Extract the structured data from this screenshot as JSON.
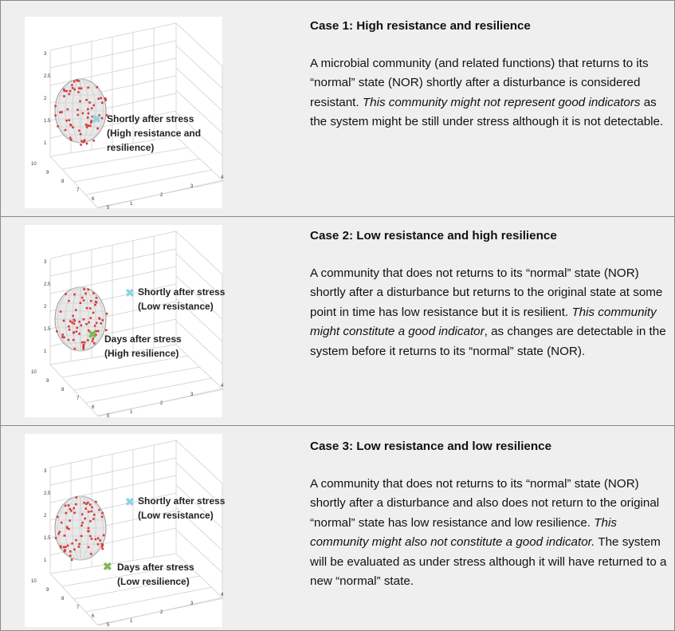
{
  "cases": [
    {
      "title": "Case 1: High resistance and resilience",
      "body_parts": [
        "A microbial community (and related functions) that returns to its “normal” state (NOR) shortly after a disturbance is considered resistant. ",
        "This community might not represent good indicators",
        " as the system might be still under stress although it is not detectable."
      ],
      "labels": [
        "Shortly after stress",
        "(High resistance and",
        "resilience)"
      ]
    },
    {
      "title": "Case 2: Low resistance and high resilience",
      "body_parts": [
        "A community that does not returns to its “normal” state (NOR) shortly after a disturbance but returns to the original state at some point in time has low resistance but it is resilient. ",
        "This community might constitute a good indicator",
        ", as changes are detectable in the system before it returns to its “normal” state (NOR)."
      ],
      "labels": [
        "Shortly after stress",
        "(Low resistance)",
        "Days after stress",
        "(High resilience)"
      ]
    },
    {
      "title": "Case 3: Low resistance and low resilience",
      "body_parts": [
        "A community that does not returns to its “normal” state (NOR) shortly after a disturbance and also does not return to the original “normal” state has low resistance and low resilience. ",
        "This community might also not constitute a good indicator.",
        " The system will be evaluated as under stress although it will have returned to a new “normal” state."
      ],
      "labels": [
        "Shortly after stress",
        "(Low resistance)",
        "Days after stress",
        "(Low resilience)"
      ]
    }
  ],
  "axis_ticks": {
    "vertical": [
      "3",
      "2.5",
      "2",
      "1.5",
      "1"
    ],
    "left": [
      "10",
      "9",
      "8",
      "7",
      "6",
      "5"
    ],
    "right": [
      "1",
      "2",
      "3",
      "4"
    ]
  },
  "marker_glyph": "✖",
  "colors": {
    "points": "#d63a3a",
    "shortly_marker": "#8fd3e4",
    "days_marker": "#7dbb55",
    "sphere": "#c8c8c8"
  }
}
